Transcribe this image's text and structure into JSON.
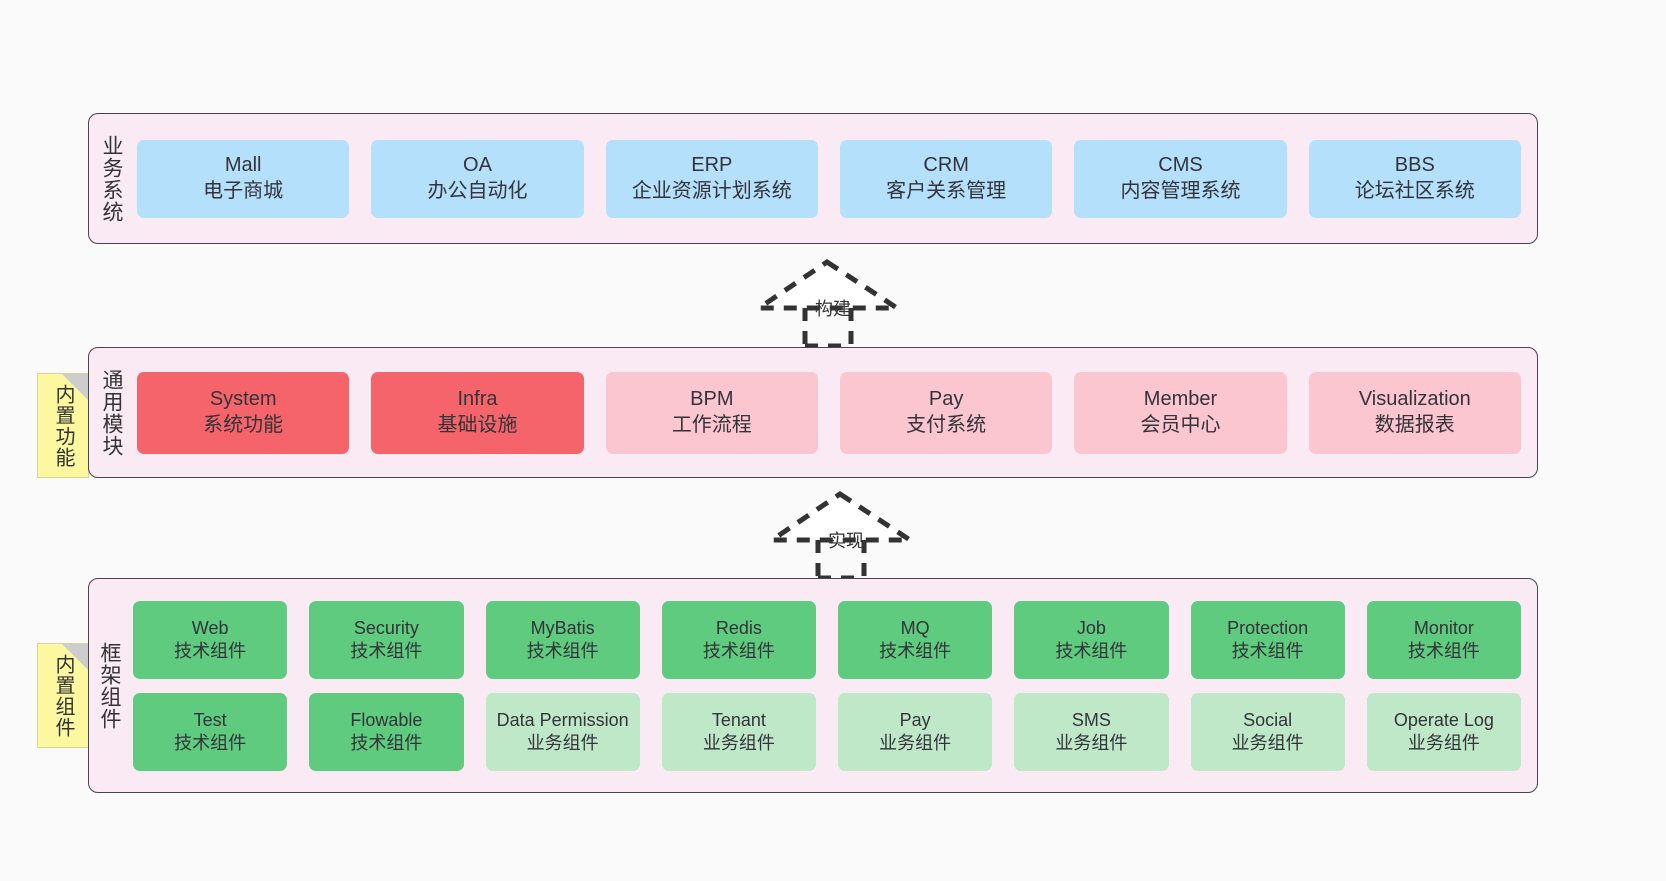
{
  "diagram": {
    "title": "",
    "background_color": "#fafafa",
    "band_fill": "#f9eaf4",
    "band_border": "#4a4450",
    "sticky_color": "#fcf8a0"
  },
  "layers": [
    {
      "id": "business",
      "label": "业务系统",
      "sticky": null,
      "rows": [
        {
          "style": "blue",
          "cards": [
            {
              "name": "Mall",
              "sub": "电子商城"
            },
            {
              "name": "OA",
              "sub": "办公自动化"
            },
            {
              "name": "ERP",
              "sub": "企业资源计划系统"
            },
            {
              "name": "CRM",
              "sub": "客户关系管理"
            },
            {
              "name": "CMS",
              "sub": "内容管理系统"
            },
            {
              "name": "BBS",
              "sub": "论坛社区系统"
            }
          ]
        }
      ]
    },
    {
      "id": "modules",
      "label": "通用模块",
      "sticky": "内置功能",
      "rows": [
        {
          "style": "mixed",
          "cards": [
            {
              "name": "System",
              "sub": "系统功能",
              "style": "red"
            },
            {
              "name": "Infra",
              "sub": "基础设施",
              "style": "red"
            },
            {
              "name": "BPM",
              "sub": "工作流程",
              "style": "pink"
            },
            {
              "name": "Pay",
              "sub": "支付系统",
              "style": "pink"
            },
            {
              "name": "Member",
              "sub": "会员中心",
              "style": "pink"
            },
            {
              "name": "Visualization",
              "sub": "数据报表",
              "style": "pink"
            }
          ]
        }
      ]
    },
    {
      "id": "framework",
      "label": "框架组件",
      "sticky": "内置组件",
      "rows": [
        {
          "style": "green",
          "cards": [
            {
              "name": "Web",
              "sub": "技术组件"
            },
            {
              "name": "Security",
              "sub": "技术组件"
            },
            {
              "name": "MyBatis",
              "sub": "技术组件"
            },
            {
              "name": "Redis",
              "sub": "技术组件"
            },
            {
              "name": "MQ",
              "sub": "技术组件"
            },
            {
              "name": "Job",
              "sub": "技术组件"
            },
            {
              "name": "Protection",
              "sub": "技术组件"
            },
            {
              "name": "Monitor",
              "sub": "技术组件"
            }
          ]
        },
        {
          "style": "mixed",
          "cards": [
            {
              "name": "Test",
              "sub": "技术组件",
              "style": "green"
            },
            {
              "name": "Flowable",
              "sub": "技术组件",
              "style": "green"
            },
            {
              "name": "Data Permission",
              "sub": "业务组件",
              "style": "lightgreen"
            },
            {
              "name": "Tenant",
              "sub": "业务组件",
              "style": "lightgreen"
            },
            {
              "name": "Pay",
              "sub": "业务组件",
              "style": "lightgreen"
            },
            {
              "name": "SMS",
              "sub": "业务组件",
              "style": "lightgreen"
            },
            {
              "name": "Social",
              "sub": "业务组件",
              "style": "lightgreen"
            },
            {
              "name": "Operate Log",
              "sub": "业务组件",
              "style": "lightgreen"
            }
          ]
        }
      ]
    }
  ],
  "connectors": [
    {
      "id": "build",
      "label": "构建",
      "from": "modules",
      "to": "business",
      "style": "dashed-generalization"
    },
    {
      "id": "impl",
      "label": "实现",
      "from": "framework",
      "to": "modules",
      "style": "dashed-generalization"
    }
  ],
  "colors": {
    "blue": "#b5e0fb",
    "red": "#f4646a",
    "pink": "#fbc6cf",
    "green": "#5ecb7f",
    "lightgreen": "#bfe8c8"
  }
}
